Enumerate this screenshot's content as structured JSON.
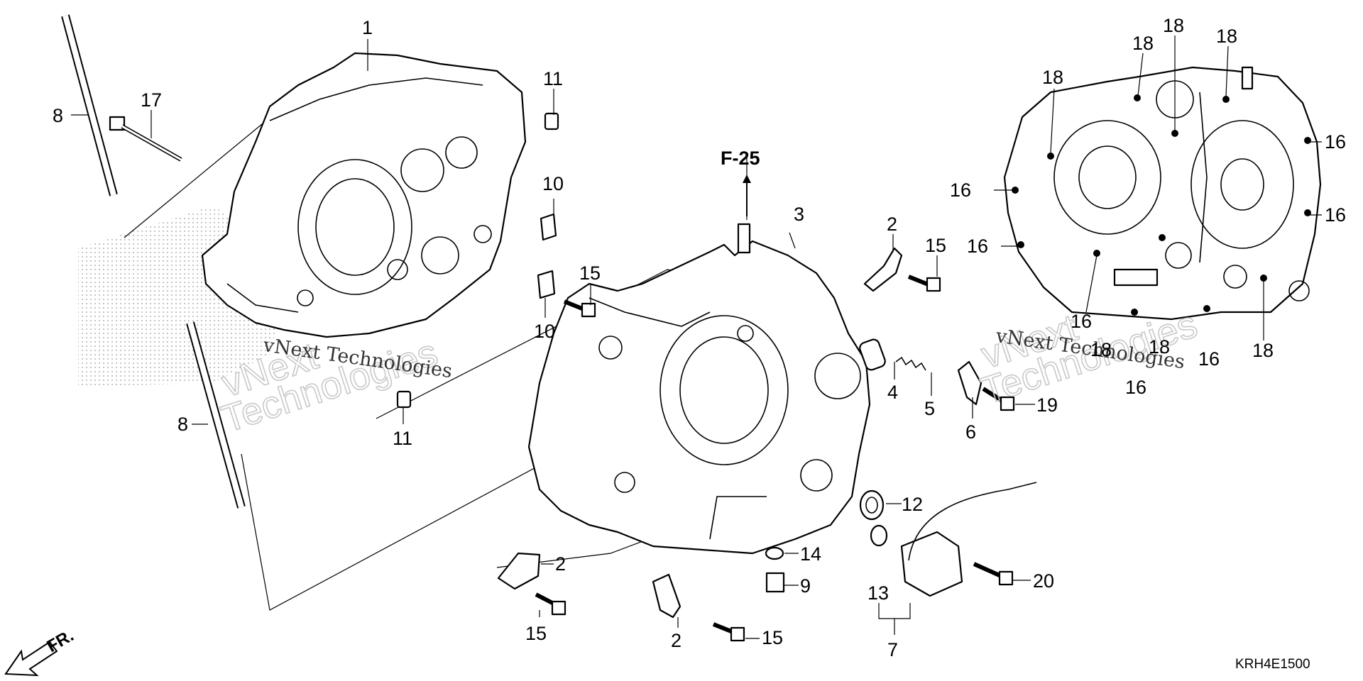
{
  "diagram": {
    "ref_label": "F-25",
    "front_label": "FR.",
    "code": "KRH4E1500",
    "watermarks": [
      "vNext Technologies",
      "vNext Technologies"
    ],
    "callouts": [
      {
        "id": "c1",
        "text": "1"
      },
      {
        "id": "c8a",
        "text": "8"
      },
      {
        "id": "c17",
        "text": "17"
      },
      {
        "id": "c11a",
        "text": "11"
      },
      {
        "id": "c10a",
        "text": "10"
      },
      {
        "id": "c15a",
        "text": "15"
      },
      {
        "id": "c10b",
        "text": "10"
      },
      {
        "id": "c8b",
        "text": "8"
      },
      {
        "id": "c11b",
        "text": "11"
      },
      {
        "id": "c3",
        "text": "3"
      },
      {
        "id": "c2a",
        "text": "2"
      },
      {
        "id": "c15b",
        "text": "15"
      },
      {
        "id": "c4",
        "text": "4"
      },
      {
        "id": "c5",
        "text": "5"
      },
      {
        "id": "c6",
        "text": "6"
      },
      {
        "id": "c19",
        "text": "19"
      },
      {
        "id": "c12",
        "text": "12"
      },
      {
        "id": "c14",
        "text": "14"
      },
      {
        "id": "c9",
        "text": "9"
      },
      {
        "id": "c13",
        "text": "13"
      },
      {
        "id": "c7",
        "text": "7"
      },
      {
        "id": "c20",
        "text": "20"
      },
      {
        "id": "c2b",
        "text": "2"
      },
      {
        "id": "c15c",
        "text": "15"
      },
      {
        "id": "c2c",
        "text": "2"
      },
      {
        "id": "c15d",
        "text": "15"
      },
      {
        "id": "c18a",
        "text": "18"
      },
      {
        "id": "c18b",
        "text": "18"
      },
      {
        "id": "c18c",
        "text": "18"
      },
      {
        "id": "c18d",
        "text": "18"
      },
      {
        "id": "c16a",
        "text": "16"
      },
      {
        "id": "c16b",
        "text": "16"
      },
      {
        "id": "c16c",
        "text": "16"
      },
      {
        "id": "c16d",
        "text": "16"
      },
      {
        "id": "c16e",
        "text": "16"
      },
      {
        "id": "c18e",
        "text": "18"
      },
      {
        "id": "c16f",
        "text": "16"
      },
      {
        "id": "c16g",
        "text": "16"
      },
      {
        "id": "c18f",
        "text": "18"
      },
      {
        "id": "c18g",
        "text": "18"
      }
    ]
  }
}
